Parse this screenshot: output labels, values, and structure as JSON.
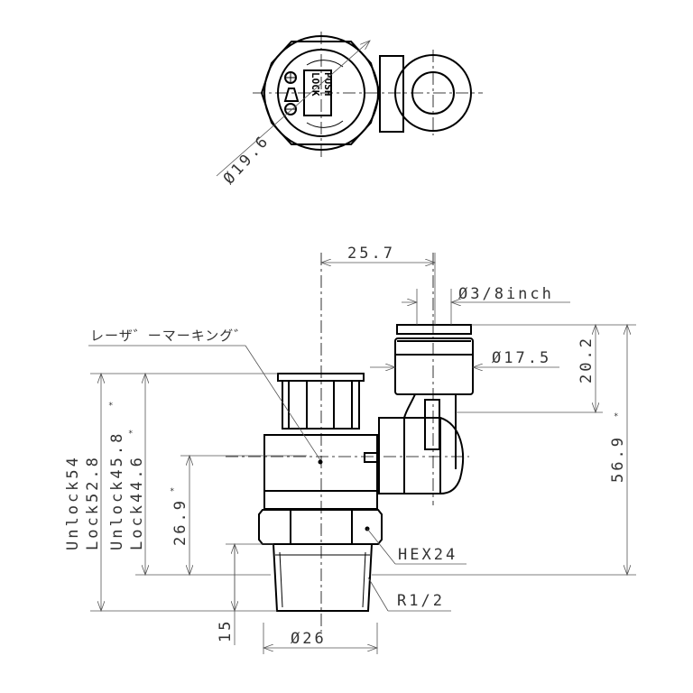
{
  "top_view": {
    "diameter_label": "Ø19.6",
    "marking_push": "PUSH",
    "marking_lock": "LOCK"
  },
  "front_view": {
    "laser_marking_label": "レーザ゛ーマーキング゛",
    "dim_top_offset": "25.7",
    "dim_tube": "Ø3/8inch",
    "dim_fitting_od": "Ø17.5",
    "dim_tube_height": "20.2",
    "dim_total_elbow": "56.9",
    "dim_unlock54": "Unlock54",
    "dim_lock528": "Lock52.8",
    "dim_unlock458": "Unlock45.8",
    "dim_lock446": "Lock44.6",
    "dim_center_height": "26.9",
    "dim_thread_len": "15",
    "dim_body_od": "Ø26",
    "hex_label": "HEX24",
    "thread_label": "R1/2",
    "asterisk": "*"
  }
}
